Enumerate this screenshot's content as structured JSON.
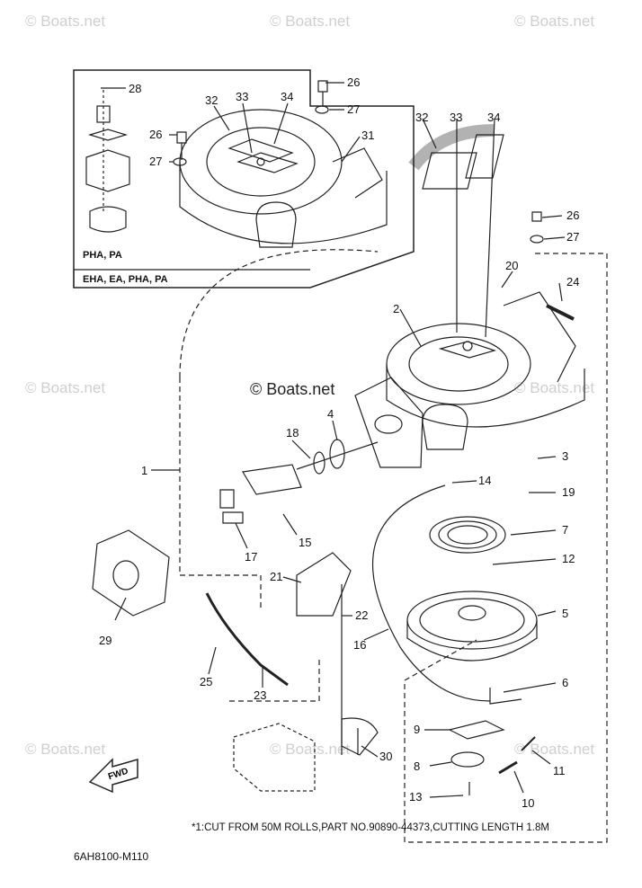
{
  "watermark": {
    "text": "© Boats.net",
    "center_text": "© Boats.net"
  },
  "inset": {
    "label_pha": "PHA, PA",
    "label_eha": "EHA, EA, PHA, PA"
  },
  "callouts": [
    "1",
    "2",
    "3",
    "4",
    "5",
    "6",
    "7",
    "8",
    "9",
    "10",
    "11",
    "12",
    "13",
    "14",
    "15",
    "16",
    "17",
    "18",
    "19",
    "20",
    "21",
    "22",
    "23",
    "24",
    "25",
    "26",
    "27",
    "28",
    "29",
    "30",
    "31",
    "32",
    "33",
    "34"
  ],
  "fwd_label": "FWD",
  "diagram_code": "6AH8100-M110",
  "footnote": "*1:CUT FROM 50M ROLLS,PART NO.90890-44373,CUTTING LENGTH 1.8M"
}
